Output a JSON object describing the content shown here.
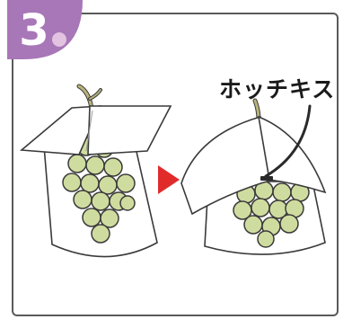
{
  "step": {
    "number": "3",
    "badge_color": "#a877b8",
    "dot_color": "#e2c3e0"
  },
  "callout": {
    "label": "ホッチキス"
  },
  "colors": {
    "grape_fill": "#cfdc9f",
    "grape_stroke": "#3a3a3a",
    "stem": "#b8b37a",
    "arrow": "#e12b2b",
    "bag_stroke": "#3a3a3a"
  },
  "icons": {
    "arrow": "right-triangle-arrow",
    "staple": "staple-mark"
  }
}
